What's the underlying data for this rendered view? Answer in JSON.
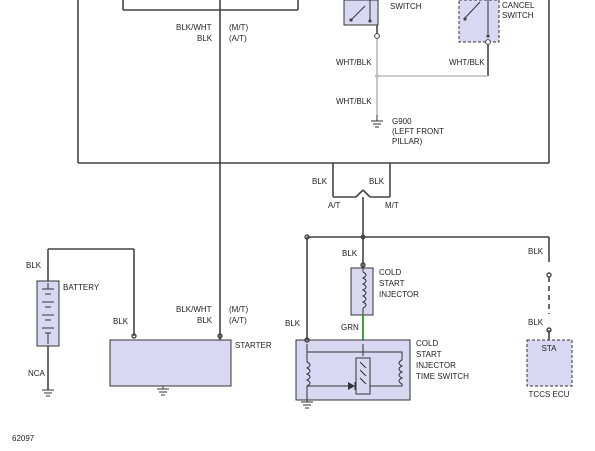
{
  "labels": {
    "switch_top": "SWITCH",
    "cancel_switch_l1": "CANCEL",
    "cancel_switch_l2": "SWITCH",
    "mt_wire_a": "BLK/WHT",
    "mt_wire_b": "BLK",
    "mt_tag": "(M/T)",
    "at_tag": "(A/T)",
    "wht_blk_1": "WHT/BLK",
    "wht_blk_2": "WHT/BLK",
    "wht_blk_3": "WHT/BLK",
    "g900": "G900",
    "g900_l2": "(LEFT FRONT",
    "g900_l3": "PILLAR)",
    "blk_at": "BLK",
    "blk_mt": "BLK",
    "at_label": "A/T",
    "mt_label": "M/T",
    "blk_injector": "BLK",
    "blk_ecu": "BLK",
    "blk_ecu2": "BLK",
    "blk_battery": "BLK",
    "battery": "BATTERY",
    "blk_starter": "BLK",
    "starter_wire_a": "BLK/WHT",
    "starter_wire_b": "BLK",
    "starter_mt": "(M/T)",
    "starter_at": "(A/T)",
    "starter": "STARTER",
    "cold_start_injector": [
      "COLD",
      "START",
      "INJECTOR"
    ],
    "grn": "GRN",
    "blk_timeswitch": "BLK",
    "time_switch": [
      "COLD",
      "START",
      "INJECTOR",
      "TIME SWITCH"
    ],
    "sta": "STA",
    "tccs_ecu": "TCCS ECU",
    "nca": "NCA",
    "figure_id": "62097"
  },
  "colors": {
    "component_fill": "#d8d8f2",
    "wire": "#444444",
    "gray_wire": "#bbbbbb",
    "green_wire": "#3aa63a"
  }
}
